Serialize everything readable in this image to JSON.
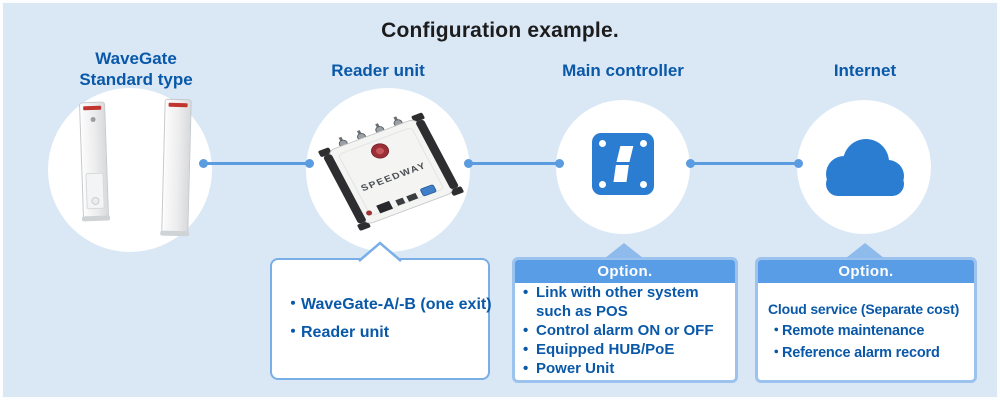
{
  "title": "Configuration example.",
  "nodes": {
    "wavegate": {
      "label_line1": "WaveGate",
      "label_line2": "Standard type"
    },
    "reader": {
      "label": "Reader unit",
      "device_label": "SPEEDWAY"
    },
    "controller": {
      "label": "Main controller"
    },
    "internet": {
      "label": "Internet"
    }
  },
  "callouts": {
    "reader": {
      "items": [
        "・WaveGate-A/-B (one exit)",
        "・Reader unit"
      ]
    },
    "controller": {
      "header": "Option.",
      "bullet": "•",
      "items": [
        "Link with other system such as POS",
        "Control alarm ON or OFF",
        "Equipped HUB/PoE",
        "Power Unit"
      ]
    },
    "internet": {
      "header": "Option.",
      "bullet": "・",
      "intro": "Cloud service (Separate cost)",
      "items": [
        "Remote maintenance",
        "Reference alarm record"
      ]
    }
  },
  "colors": {
    "panel_bg": "#dae8f6",
    "accent_text": "#0a58a8",
    "connector": "#5b9be0",
    "icon_blue": "#2a7dd1",
    "frame_border": "#9cc3ee",
    "option_header_bg": "#589de6",
    "gate_alarm_red": "#c2352f",
    "title_text": "#1c1c1c"
  }
}
